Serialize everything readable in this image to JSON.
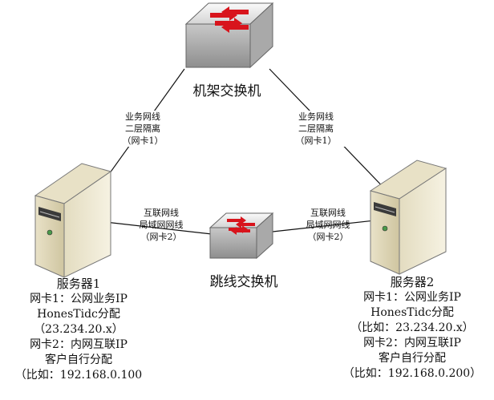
{
  "rack_switch": {
    "name": "机架交换机"
  },
  "jumper_switch": {
    "name": "跳线交换机"
  },
  "link_left_top": {
    "lines": [
      "业务网线",
      "二层隔离",
      "（网卡1）"
    ]
  },
  "link_right_top": {
    "lines": [
      "业务网线",
      "二层隔离",
      "（网卡1）"
    ]
  },
  "link_left_bottom": {
    "lines": [
      "互联网线",
      "局域网网线",
      "（网卡2）"
    ]
  },
  "link_right_bottom": {
    "lines": [
      "互联网线",
      "局域网网线",
      "（网卡2）"
    ]
  },
  "server1": {
    "name": "服务器1",
    "lines": [
      "网卡1：公网业务IP",
      "HonesTidc分配",
      "（23.234.20.x）",
      "网卡2：内网互联IP",
      "客户自行分配",
      "（比如：192.168.0.100"
    ]
  },
  "server2": {
    "name": "服务器2",
    "lines": [
      "网卡1：公网业务IP",
      "HonesTidc分配",
      "（比如：23.234.20.x）",
      "网卡2：内网互联IP",
      "客户自行分配",
      "（比如：192.168.0.200）"
    ]
  }
}
